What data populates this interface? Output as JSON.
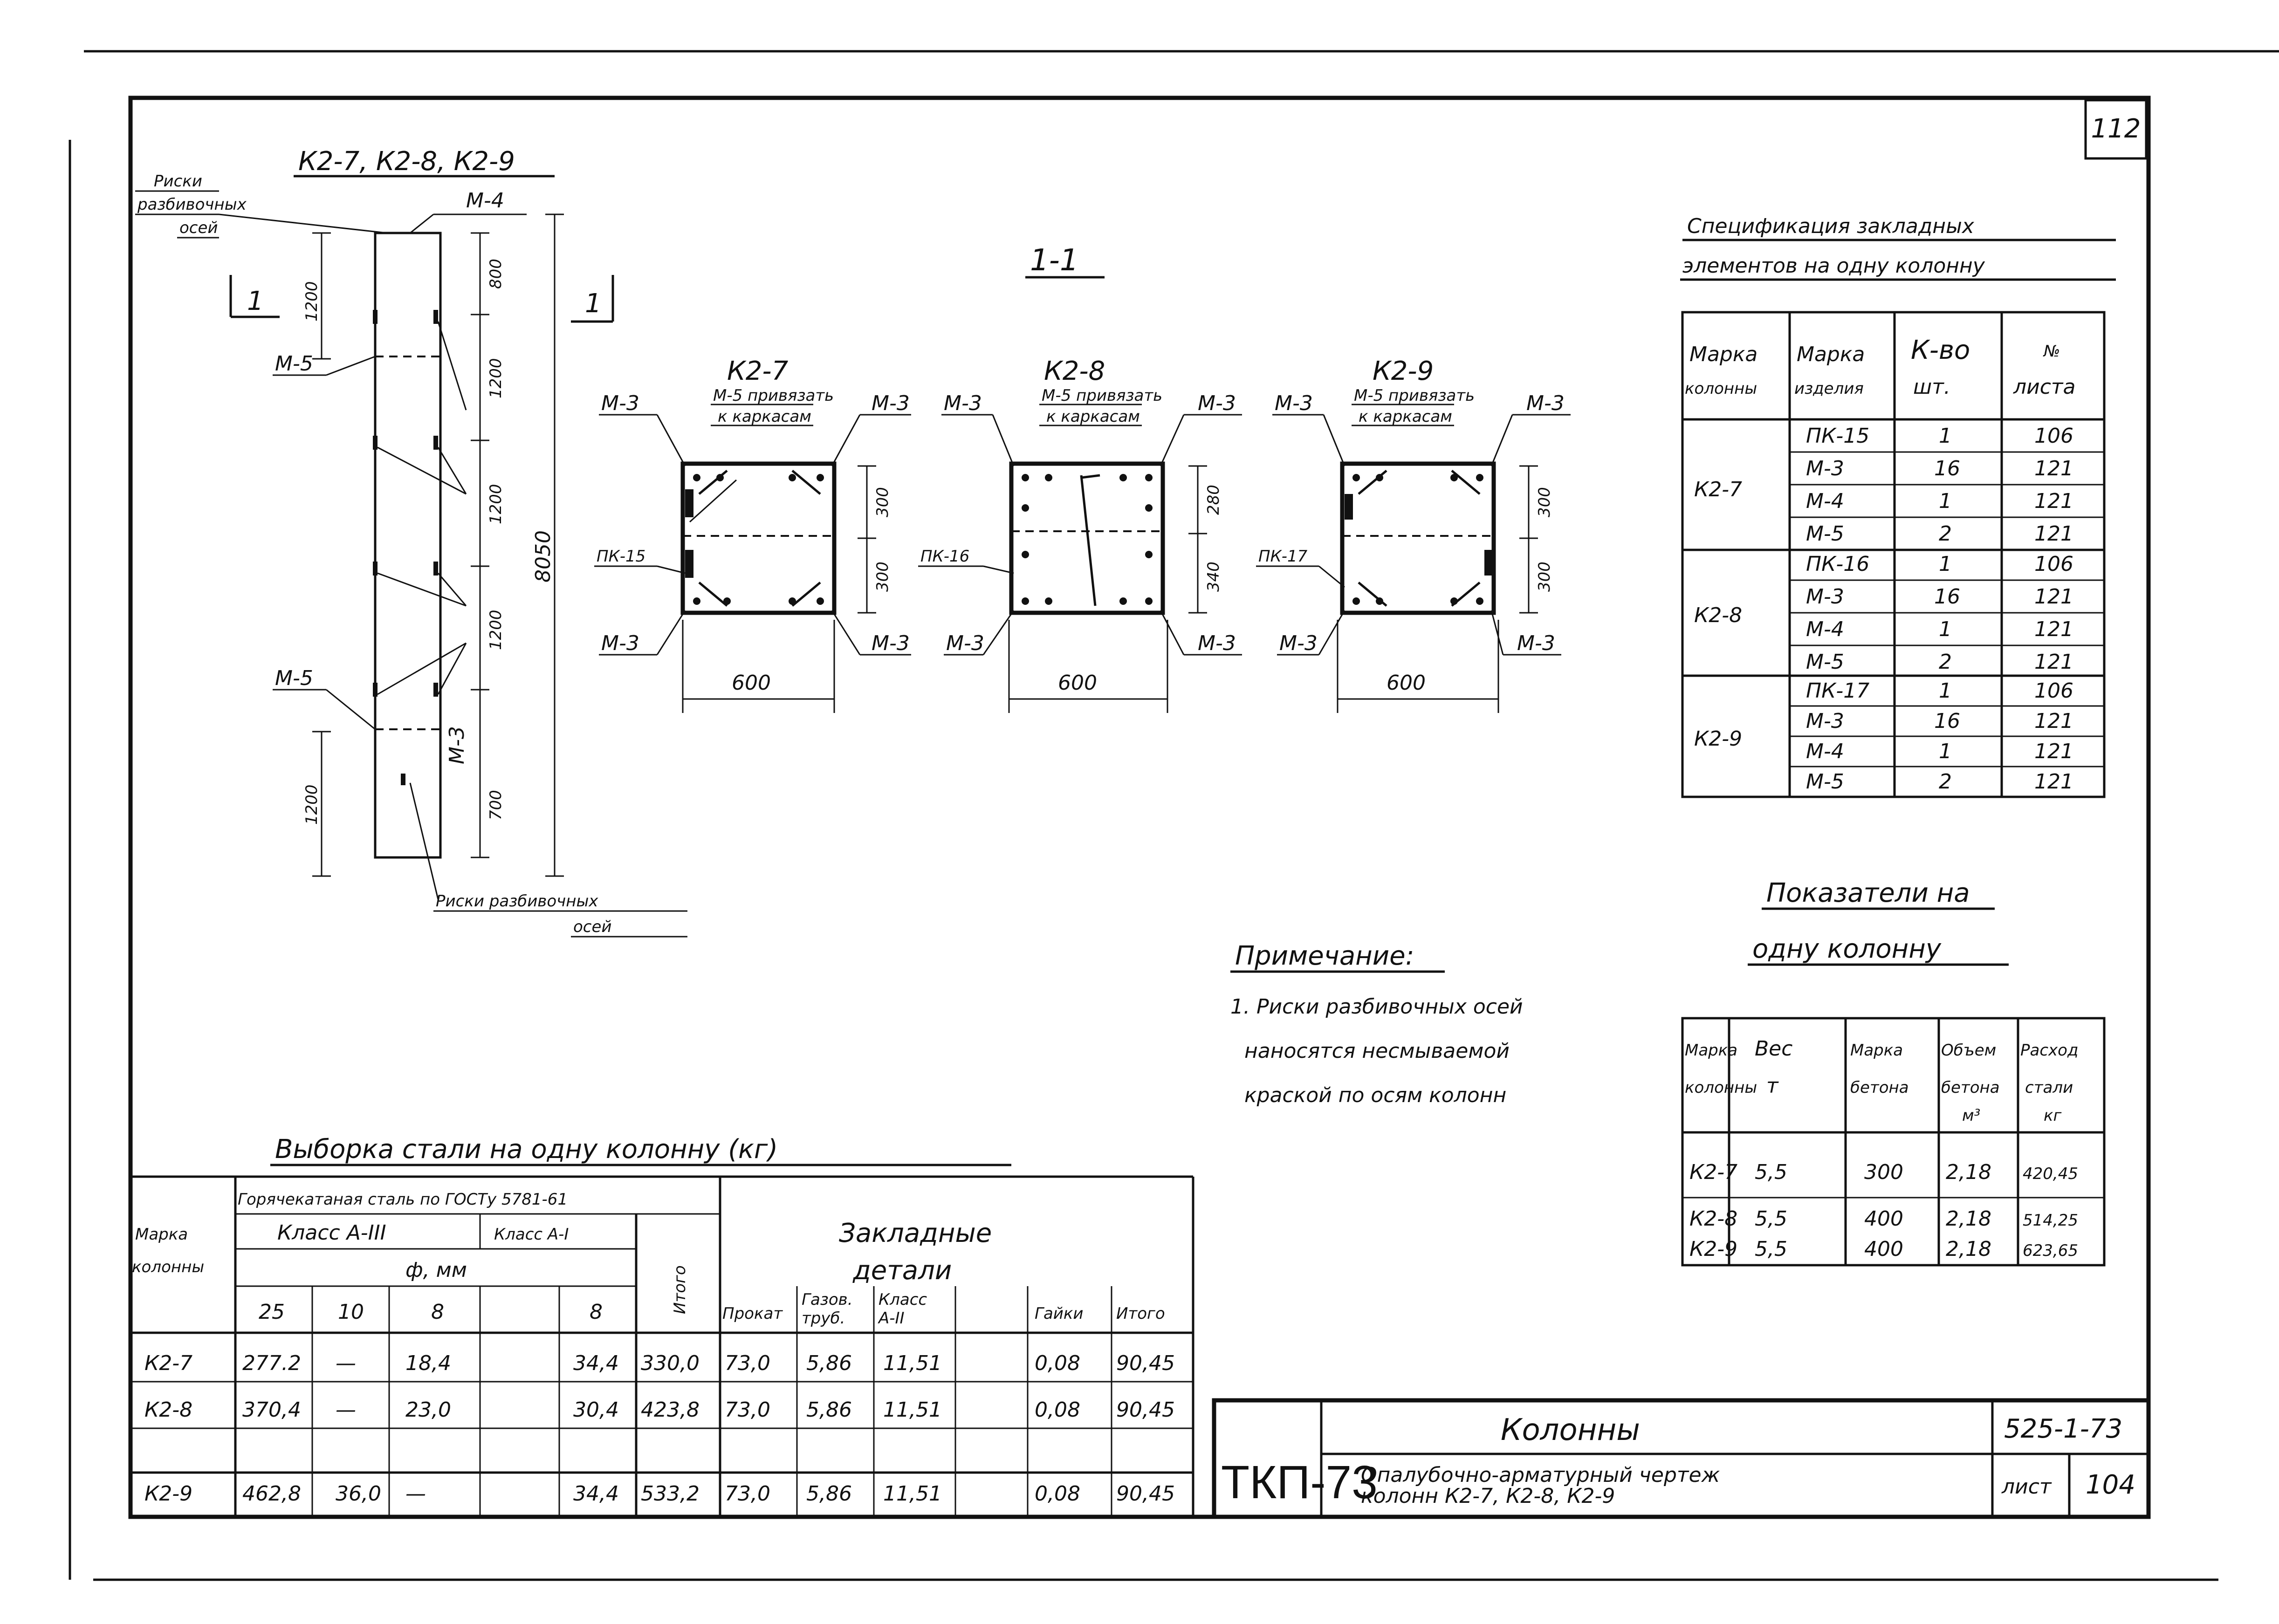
{
  "sheet_number": "112",
  "elevation": {
    "title": "К2-7, К2-8, К2-9",
    "label_axis_marks_top": [
      "Риски",
      "разбивочных",
      "осей"
    ],
    "label_axis_marks_bottom": [
      "Риски разбивочных",
      "осей"
    ],
    "items": [
      "М-4",
      "М-5",
      "М-5",
      "М-3"
    ],
    "section_mark": "1",
    "dims_left": [
      "1200",
      "1200"
    ],
    "dims_right": [
      "800",
      "1200",
      "1200",
      "1200",
      "700"
    ],
    "total_height": "8050"
  },
  "section": {
    "title": "1-1",
    "views": [
      {
        "name": "К2-7",
        "note": [
          "М-5 привязать",
          "к каркасам"
        ],
        "frame": "ПК-15",
        "left_tl": "М-3",
        "right_tl": "М-3",
        "left_bl": "М-3",
        "right_bl": "М-3",
        "dim_top": "300",
        "dim_bottom": "300",
        "width": "600"
      },
      {
        "name": "К2-8",
        "note": [
          "М-5 привязать",
          "к каркасам"
        ],
        "frame": "ПК-16",
        "left_tl": "М-3",
        "right_tl": "М-3",
        "left_bl": "М-3",
        "right_bl": "М-3",
        "dim_top": "280",
        "dim_bottom": "340",
        "width": "600"
      },
      {
        "name": "К2-9",
        "note": [
          "М-5 привязать",
          "к каркасам"
        ],
        "frame": "ПК-17",
        "left_tl": "М-3",
        "right_tl": "М-3",
        "left_bl": "М-3",
        "right_bl": "М-3",
        "dim_top": "300",
        "dim_bottom": "300",
        "width": "600"
      }
    ]
  },
  "spec": {
    "title_lines": [
      "Спецификация закладных",
      "элементов на одну колонну"
    ],
    "headers": [
      [
        "Марка",
        "колонны"
      ],
      [
        "Марка",
        "изделия"
      ],
      [
        "К-во",
        "шт."
      ],
      [
        "№",
        "листа"
      ]
    ],
    "groups": [
      {
        "column": "К2-7",
        "rows": [
          [
            "ПК-15",
            "1",
            "106"
          ],
          [
            "М-3",
            "16",
            "121"
          ],
          [
            "М-4",
            "1",
            "121"
          ],
          [
            "М-5",
            "2",
            "121"
          ]
        ]
      },
      {
        "column": "К2-8",
        "rows": [
          [
            "ПК-16",
            "1",
            "106"
          ],
          [
            "М-3",
            "16",
            "121"
          ],
          [
            "М-4",
            "1",
            "121"
          ],
          [
            "М-5",
            "2",
            "121"
          ]
        ]
      },
      {
        "column": "К2-9",
        "rows": [
          [
            "ПК-17",
            "1",
            "106"
          ],
          [
            "М-3",
            "16",
            "121"
          ],
          [
            "М-4",
            "1",
            "121"
          ],
          [
            "М-5",
            "2",
            "121"
          ]
        ]
      }
    ]
  },
  "indicators": {
    "title_lines": [
      "Показатели на",
      "одну колонну"
    ],
    "headers": [
      [
        "Марка",
        "колонны"
      ],
      [
        "Вес",
        "т"
      ],
      [
        "Марка",
        "бетона"
      ],
      [
        "Объем",
        "бетона",
        "м³"
      ],
      [
        "Расход",
        "стали",
        "кг"
      ]
    ],
    "rows": [
      [
        "К2-7",
        "5,5",
        "300",
        "2,18",
        "420,45"
      ],
      [
        "К2-8",
        "5,5",
        "400",
        "2,18",
        "514,25"
      ],
      [
        "К2-9",
        "5,5",
        "400",
        "2,18",
        "623,65"
      ]
    ]
  },
  "note": {
    "title": "Примечание:",
    "lines": [
      "1. Риски разбивочных осей",
      "наносятся несмываемой",
      "краской по осям колонн"
    ]
  },
  "steel": {
    "title": "Выборка стали на одну колонну (кг)",
    "h_mark": [
      "Марка",
      "колонны"
    ],
    "h_hot": "Горячекатаная сталь по ГОСТу 5781-61",
    "h_class3": "Класс А-III",
    "h_class1": "Класс А-I",
    "h_dia": "ф, мм",
    "h_total": "Итого",
    "h_embedded": [
      "Закладные",
      "детали"
    ],
    "diams": [
      "25",
      "10",
      "8",
      "",
      "8"
    ],
    "emb_headers": [
      [
        "Прокат"
      ],
      [
        "Газов.",
        "труб."
      ],
      [
        "Класс",
        "А-II"
      ],
      [
        ""
      ],
      [
        "Гайки"
      ],
      [
        "Итого"
      ]
    ],
    "rows": [
      [
        "К2-7",
        "277.2",
        "—",
        "18,4",
        "",
        "34,4",
        "330,0",
        "73,0",
        "5,86",
        "11,51",
        "",
        "0,08",
        "90,45"
      ],
      [
        "К2-8",
        "370,4",
        "—",
        "23,0",
        "",
        "30,4",
        "423,8",
        "73,0",
        "5,86",
        "11,51",
        "",
        "0,08",
        "90,45"
      ],
      [
        "К2-9",
        "462,8",
        "36,0",
        "—",
        "",
        "34,4",
        "533,2",
        "73,0",
        "5,86",
        "11,51",
        "",
        "0,08",
        "90,45"
      ]
    ]
  },
  "titleblock": {
    "org": "ТКП-73",
    "title": "Колонны",
    "subtitle_lines": [
      "Опалубочно-арматурный чертеж",
      "колонн К2-7, К2-8, К2-9"
    ],
    "code": "525-1-73",
    "sheet_label": "лист",
    "sheet_no": "104"
  }
}
